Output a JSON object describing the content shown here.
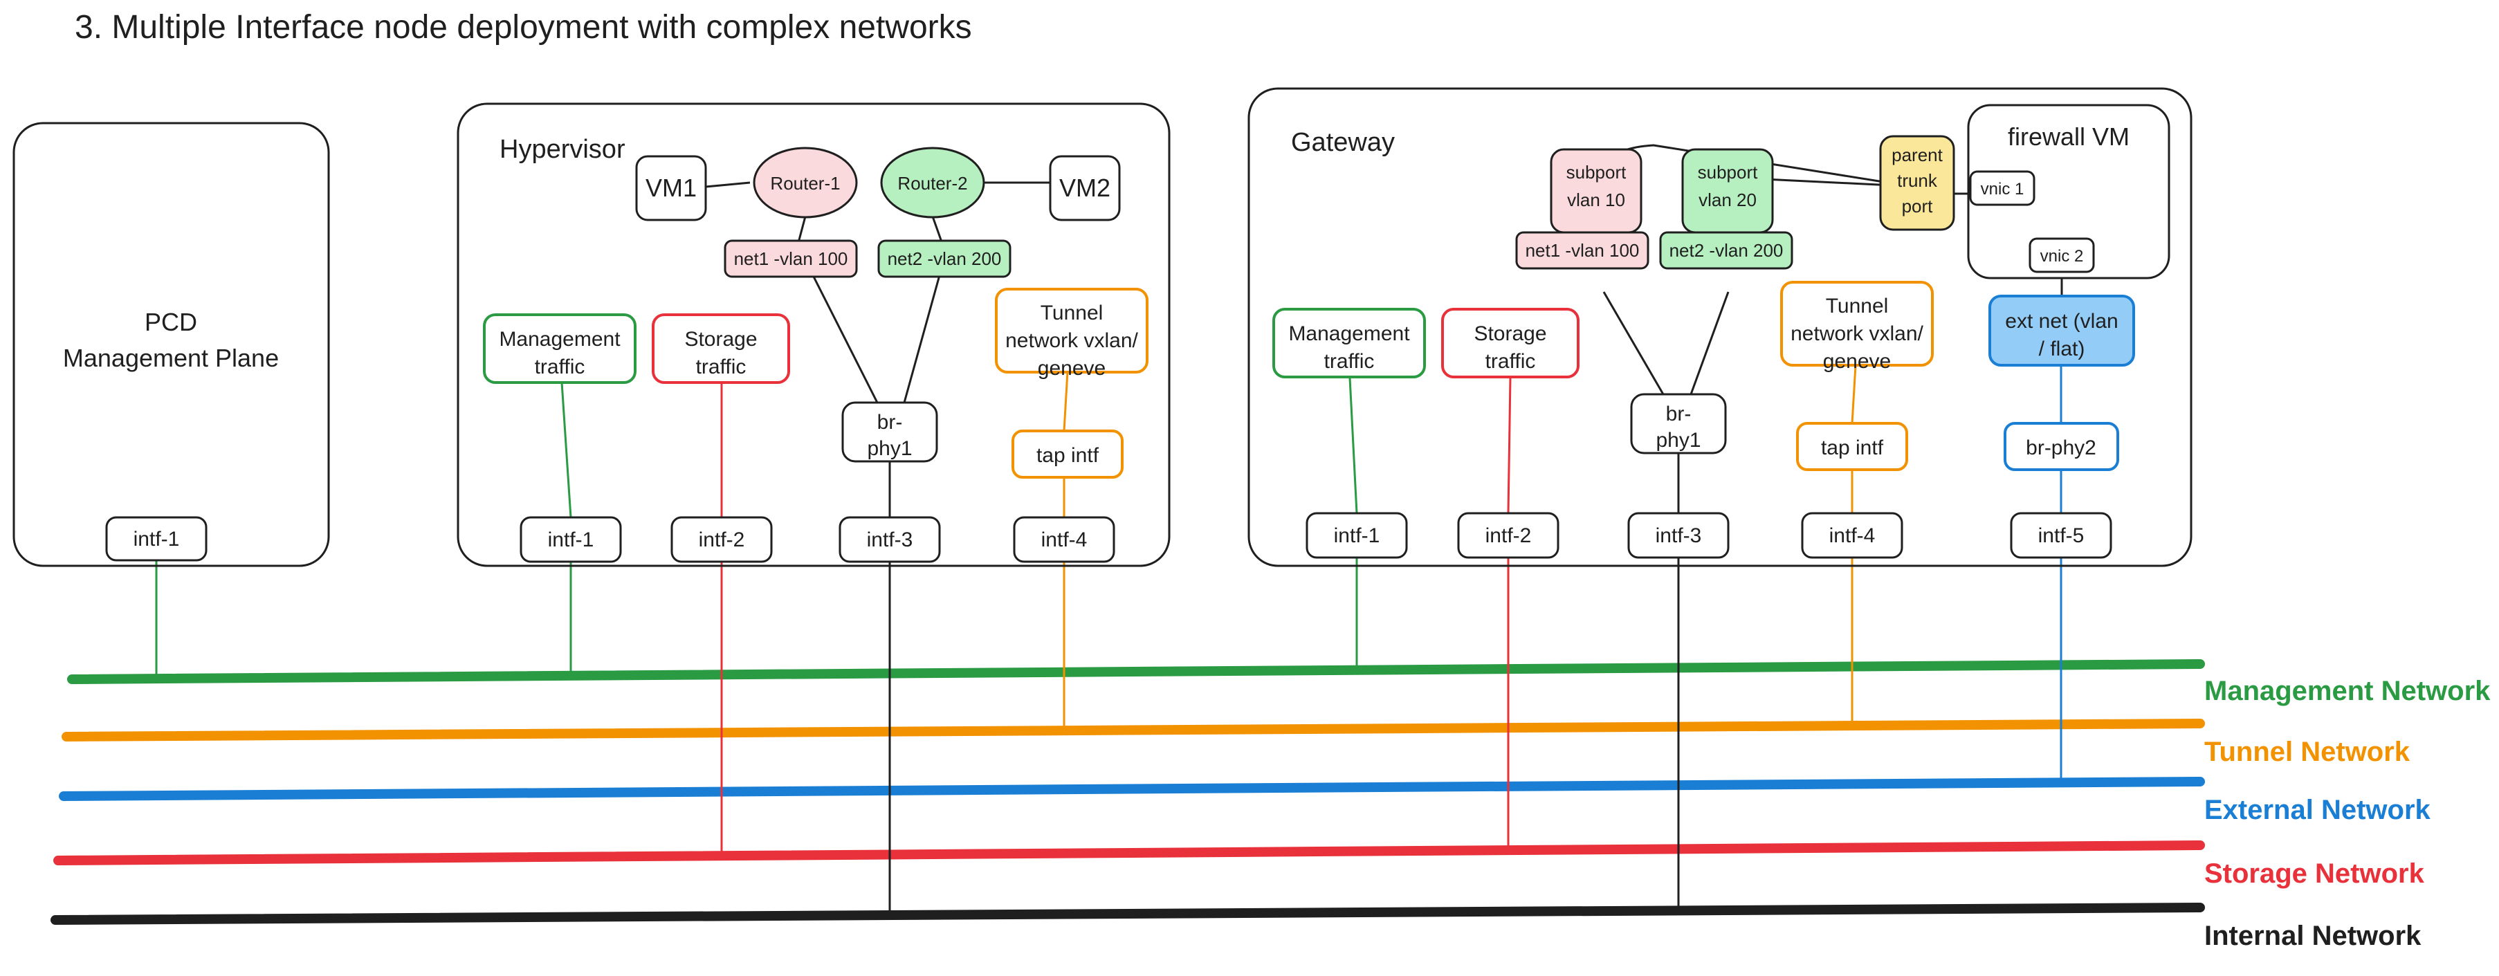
{
  "title": "3. Multiple Interface node deployment with complex networks",
  "colors": {
    "management": "#2a9a43",
    "tunnel": "#f39200",
    "external": "#1a7fd4",
    "storage": "#e8313a",
    "internal": "#1f1f1f",
    "pink_fill": "#fadadd",
    "green_fill": "#b6efc0",
    "yellow_fill": "#fbe79a",
    "blue_fill": "#93ccf7",
    "stroke": "#1f1f1f"
  },
  "pcd": {
    "title_line1": "PCD",
    "title_line2": "Management Plane",
    "interfaces": [
      {
        "label": "intf-1",
        "net": "management"
      }
    ]
  },
  "hypervisor": {
    "label": "Hypervisor",
    "vms": [
      {
        "label": "VM1"
      },
      {
        "label": "VM2"
      }
    ],
    "routers": [
      {
        "label": "Router-1",
        "fill": "pink"
      },
      {
        "label": "Router-2",
        "fill": "green"
      }
    ],
    "nets": [
      {
        "label": "net1 -vlan 100",
        "fill": "pink"
      },
      {
        "label": "net2 -vlan 200",
        "fill": "green"
      }
    ],
    "traffic": [
      {
        "line1": "Management",
        "line2": "traffic",
        "color": "management"
      },
      {
        "line1": "Storage",
        "line2": "traffic",
        "color": "storage"
      }
    ],
    "tunnel_box": {
      "line1": "Tunnel",
      "line2": "network vxlan/",
      "line3": "geneve",
      "color": "tunnel"
    },
    "tap_intf": {
      "label": "tap intf",
      "color": "tunnel"
    },
    "bridge": {
      "line1": "br-",
      "line2": "phy1"
    },
    "interfaces": [
      {
        "label": "intf-1",
        "net": "management"
      },
      {
        "label": "intf-2",
        "net": "storage"
      },
      {
        "label": "intf-3",
        "net": "internal"
      },
      {
        "label": "intf-4",
        "net": "tunnel"
      }
    ]
  },
  "gateway": {
    "label": "Gateway",
    "subports": [
      {
        "line1": "subport",
        "line2": "vlan 10",
        "fill": "pink"
      },
      {
        "line1": "subport",
        "line2": "vlan 20",
        "fill": "green"
      }
    ],
    "parent_trunk_port": {
      "line1": "parent",
      "line2": "trunk",
      "line3": "port"
    },
    "firewall_vm": {
      "label": "firewall VM",
      "vnics": [
        {
          "label": "vnic 1"
        },
        {
          "label": "vnic 2"
        }
      ]
    },
    "nets": [
      {
        "label": "net1 -vlan 100",
        "fill": "pink"
      },
      {
        "label": "net2 -vlan 200",
        "fill": "green"
      }
    ],
    "traffic": [
      {
        "line1": "Management",
        "line2": "traffic",
        "color": "management"
      },
      {
        "line1": "Storage",
        "line2": "traffic",
        "color": "storage"
      }
    ],
    "tunnel_box": {
      "line1": "Tunnel",
      "line2": "network vxlan/",
      "line3": "geneve",
      "color": "tunnel"
    },
    "tap_intf": {
      "label": "tap intf",
      "color": "tunnel"
    },
    "ext_net_box": {
      "line1": "ext net (vlan",
      "line2": "/ flat)",
      "color": "external"
    },
    "br_phy2": {
      "label": "br-phy2",
      "color": "external"
    },
    "bridge": {
      "line1": "br-",
      "line2": "phy1"
    },
    "interfaces": [
      {
        "label": "intf-1",
        "net": "management"
      },
      {
        "label": "intf-2",
        "net": "storage"
      },
      {
        "label": "intf-3",
        "net": "internal"
      },
      {
        "label": "intf-4",
        "net": "tunnel"
      },
      {
        "label": "intf-5",
        "net": "external"
      }
    ]
  },
  "legend": [
    {
      "label": "Management Network",
      "color": "#2a9a43"
    },
    {
      "label": "Tunnel Network",
      "color": "#f39200"
    },
    {
      "label": "External Network",
      "color": "#1a7fd4"
    },
    {
      "label": "Storage Network",
      "color": "#e8313a"
    },
    {
      "label": "Internal Network",
      "color": "#1f1f1f"
    }
  ]
}
